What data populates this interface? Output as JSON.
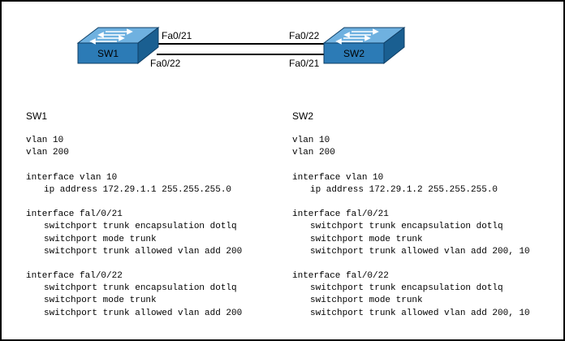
{
  "diagram": {
    "switches": [
      {
        "name": "SW1"
      },
      {
        "name": "SW2"
      }
    ],
    "links": [
      {
        "left_port": "Fa0/21",
        "right_port": "Fa0/22"
      },
      {
        "left_port": "Fa0/22",
        "right_port": "Fa0/21"
      }
    ],
    "colors": {
      "switch_front": "#2c7bb6",
      "switch_top": "#6fb1e0",
      "switch_side": "#1a5f91"
    }
  },
  "configs": [
    {
      "title": "SW1",
      "blocks": [
        {
          "lines": [
            {
              "text": "vlan 10",
              "indent": false
            },
            {
              "text": "vlan 200",
              "indent": false
            }
          ]
        },
        {
          "lines": [
            {
              "text": "interface vlan 10",
              "indent": false
            },
            {
              "text": "ip address 172.29.1.1 255.255.255.0",
              "indent": true
            }
          ]
        },
        {
          "lines": [
            {
              "text": "interface fal/0/21",
              "indent": false
            },
            {
              "text": "switchport trunk encapsulation dotlq",
              "indent": true
            },
            {
              "text": "switchport mode trunk",
              "indent": true
            },
            {
              "text": "switchport trunk allowed vlan add 200",
              "indent": true
            }
          ]
        },
        {
          "lines": [
            {
              "text": "interface fal/0/22",
              "indent": false
            },
            {
              "text": "switchport trunk encapsulation dotlq",
              "indent": true
            },
            {
              "text": "switchport mode trunk",
              "indent": true
            },
            {
              "text": "switchport trunk allowed vlan add 200",
              "indent": true
            }
          ]
        }
      ]
    },
    {
      "title": "SW2",
      "blocks": [
        {
          "lines": [
            {
              "text": "vlan 10",
              "indent": false
            },
            {
              "text": "vlan 200",
              "indent": false
            }
          ]
        },
        {
          "lines": [
            {
              "text": "interface vlan 10",
              "indent": false
            },
            {
              "text": "ip address 172.29.1.2 255.255.255.0",
              "indent": true
            }
          ]
        },
        {
          "lines": [
            {
              "text": "interface fal/0/21",
              "indent": false
            },
            {
              "text": "switchport trunk encapsulation dotlq",
              "indent": true
            },
            {
              "text": "switchport mode trunk",
              "indent": true
            },
            {
              "text": "switchport trunk allowed vlan add 200, 10",
              "indent": true
            }
          ]
        },
        {
          "lines": [
            {
              "text": "interface fal/0/22",
              "indent": false
            },
            {
              "text": "switchport trunk encapsulation dotlq",
              "indent": true
            },
            {
              "text": "switchport mode trunk",
              "indent": true
            },
            {
              "text": "switchport trunk allowed vlan add 200, 10",
              "indent": true
            }
          ]
        }
      ]
    }
  ]
}
